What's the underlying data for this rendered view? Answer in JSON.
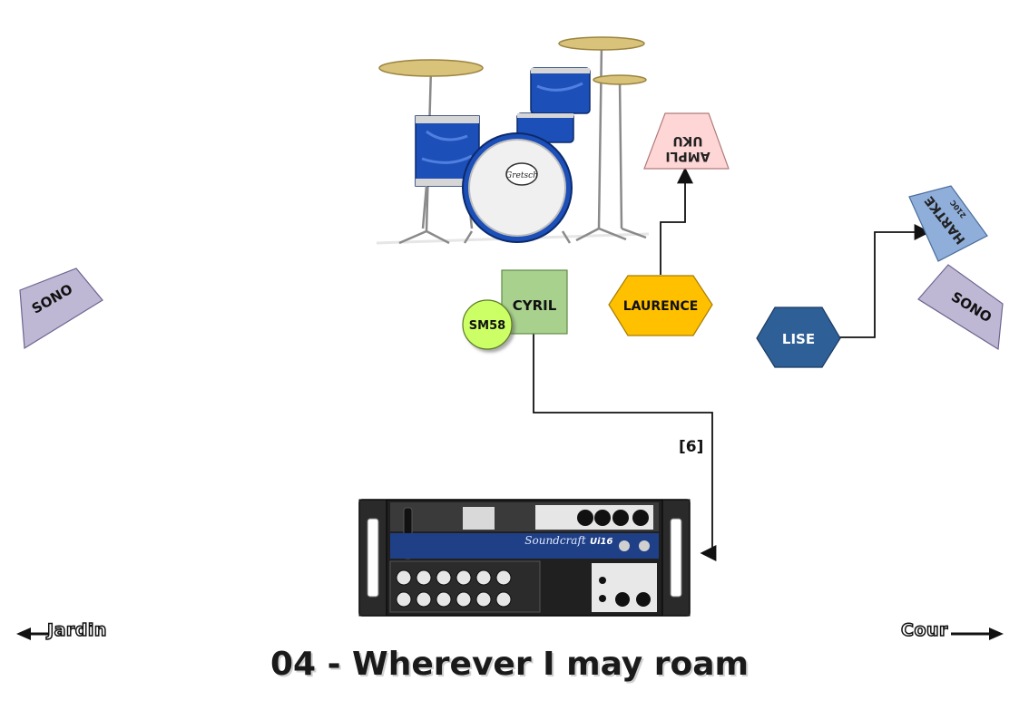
{
  "title": "04 - Wherever I may roam",
  "stage_sides": {
    "left": "Jardin",
    "right": "Cour"
  },
  "musicians": {
    "cyril": "CYRIL",
    "laurence": "LAURENCE",
    "lise": "LISE"
  },
  "mic": "SM58",
  "monitors": {
    "left": "SONO",
    "right": "SONO"
  },
  "amps": {
    "ampli_line1": "AMPLI",
    "ampli_line2": "UKU",
    "hartke_line1": "HARTKE",
    "hartke_line2": "210C"
  },
  "channel_label": "[6]",
  "equipment": {
    "drum_brand": "Gretsch",
    "mixer_brand": "Soundcraft",
    "mixer_model": "Ui16"
  },
  "colors": {
    "cyril": "#a9d18e",
    "laurence": "#ffc000",
    "lise": "#2e5f97",
    "sm58": "#ccff66",
    "sono": "#bfb8d4",
    "ampli": "#ffd6d6",
    "hartke": "#8faed9",
    "drum_shell": "#1d4fb8"
  }
}
